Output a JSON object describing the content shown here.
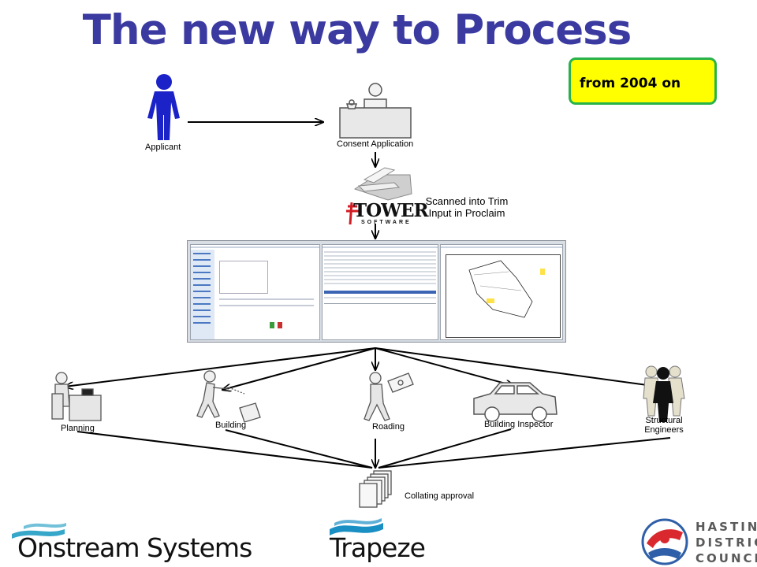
{
  "title": "The new way to Process",
  "badge": "from 2004 on",
  "labels": {
    "applicant": "Applicant",
    "consent": "Consent Application",
    "scanned_line1": "Scanned into Trim",
    "scanned_line2": "Input in Proclaim",
    "planning": "Planning",
    "building": "Building",
    "roading": "Roading",
    "building_inspector": "Building Inspector",
    "structural_line1": "Structural",
    "structural_line2": "Engineers",
    "collating": "Collating approval"
  },
  "tower_logo": {
    "word": "TOWER",
    "sub": "SOFTWARE"
  },
  "logos": {
    "onstream": "Onstream Systems",
    "trapeze": "Trapeze",
    "hdc_line1": "HASTINGS",
    "hdc_line2": "DISTRICT",
    "hdc_line3": "COUNCIL"
  },
  "colors": {
    "title": "#3a3aa0",
    "badge_fill": "#ffff00",
    "badge_border": "#27b24a",
    "applicant_figure": "#1b22c8",
    "onstream_wave": "#36a6c9",
    "trapeze_wave": "#1a8fc4",
    "hdc_red": "#d9292f",
    "hdc_blue": "#2f5fa8"
  }
}
